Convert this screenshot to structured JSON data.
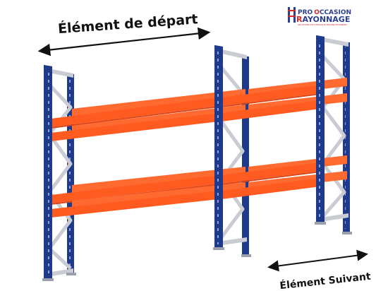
{
  "labels": {
    "start_element": "Élément de départ",
    "next_element": "Élément Suivant"
  },
  "logo": {
    "line1_prefix": "PRO",
    "line1_suffix": "CCASION",
    "line2_prefix": "R",
    "line2_suffix": "AYONNAGE",
    "tagline": "SOLUTIONS DE STOCKAGE RECONDITIONNÉES"
  },
  "colors": {
    "upright_blue": "#1f3a8a",
    "beam_orange": "#ff5a1f",
    "brace_grey": "#c9ccd3",
    "logo_blue": "#2b3e8f",
    "logo_red": "#d9262b"
  }
}
